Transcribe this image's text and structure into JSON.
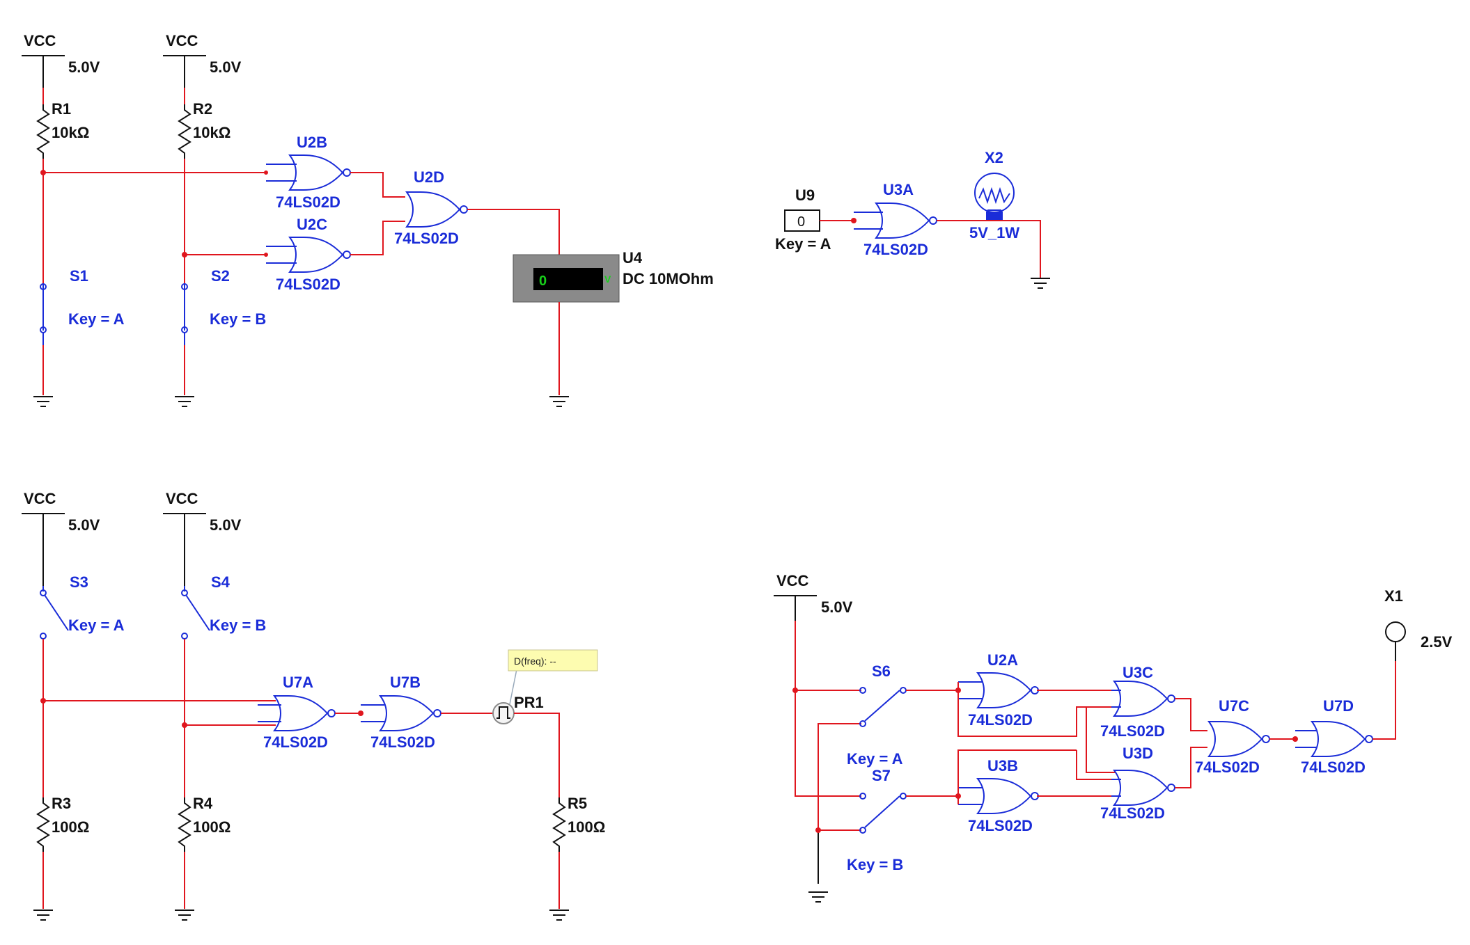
{
  "colors": {
    "wire": "#e0161e",
    "symbol": "#1a2cd8",
    "text": "#111111",
    "probe_box": "#fdfcb0"
  },
  "vcc_label": "VCC",
  "vcc_value": "5.0V",
  "gate_part": "74LS02D",
  "circuit1": {
    "r1_ref": "R1",
    "r1_val": "10kΩ",
    "r2_ref": "R2",
    "r2_val": "10kΩ",
    "s1_ref": "S1",
    "s1_key": "Key = A",
    "s2_ref": "S2",
    "s2_key": "Key = B",
    "g1": "U2B",
    "g2": "U2C",
    "g3": "U2D",
    "meter_ref": "U4",
    "meter_mode": "DC  10MOhm",
    "meter_reading": "0",
    "meter_unit": "V"
  },
  "circuit2": {
    "u9_ref": "U9",
    "u9_value": "0",
    "u9_key": "Key = A",
    "gate": "U3A",
    "lamp_ref": "X2",
    "lamp_val": "5V_1W"
  },
  "circuit3": {
    "s3_ref": "S3",
    "s3_key": "Key = A",
    "s4_ref": "S4",
    "s4_key": "Key = B",
    "g1": "U7A",
    "g2": "U7B",
    "probe_ref": "PR1",
    "probe_box": "D(freq): --",
    "r3_ref": "R3",
    "r3_val": "100Ω",
    "r4_ref": "R4",
    "r4_val": "100Ω",
    "r5_ref": "R5",
    "r5_val": "100Ω"
  },
  "circuit4": {
    "s6_ref": "S6",
    "s6_key": "Key = A",
    "s7_ref": "S7",
    "s7_key": "Key = B",
    "g_u2a": "U2A",
    "g_u3b": "U3B",
    "g_u3c": "U3C",
    "g_u3d": "U3D",
    "g_u7c": "U7C",
    "g_u7d": "U7D",
    "x1_ref": "X1",
    "x1_val": "2.5V"
  }
}
